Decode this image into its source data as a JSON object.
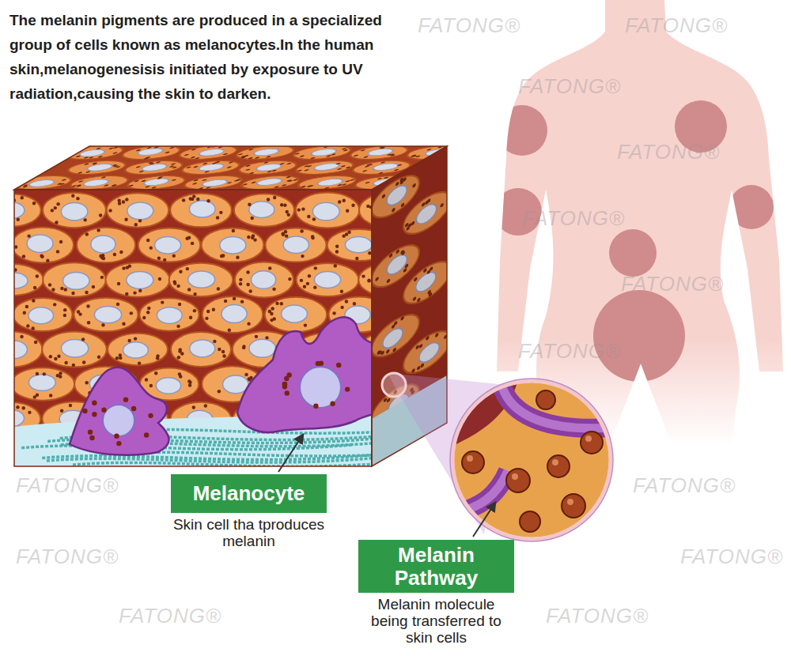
{
  "diagram": {
    "nodes": [
      {
        "text": [
          "Melanocyte",
          "Skin cell tha tproduces melanin"
        ]
      },
      {
        "text": [
          "Melanin Pathway",
          "Melanin molecule being transferred to skin cells"
        ]
      }
    ],
    "labels": [
      "The melanin pigments are produced in a specialized group of cells known as melanocytes.In the human skin,melanogenesisis initiated by exposure to UV radiation,causing the skin to darken.",
      "FATONG®",
      "FATONG®",
      "FATONG®",
      "FATONG®",
      "FATONG®",
      "FATONG®",
      "FATONG®",
      "FATONG®",
      "FATONG®",
      "FATONG®",
      "FATONG®",
      "FATONG®",
      "FATONG®"
    ]
  }
}
